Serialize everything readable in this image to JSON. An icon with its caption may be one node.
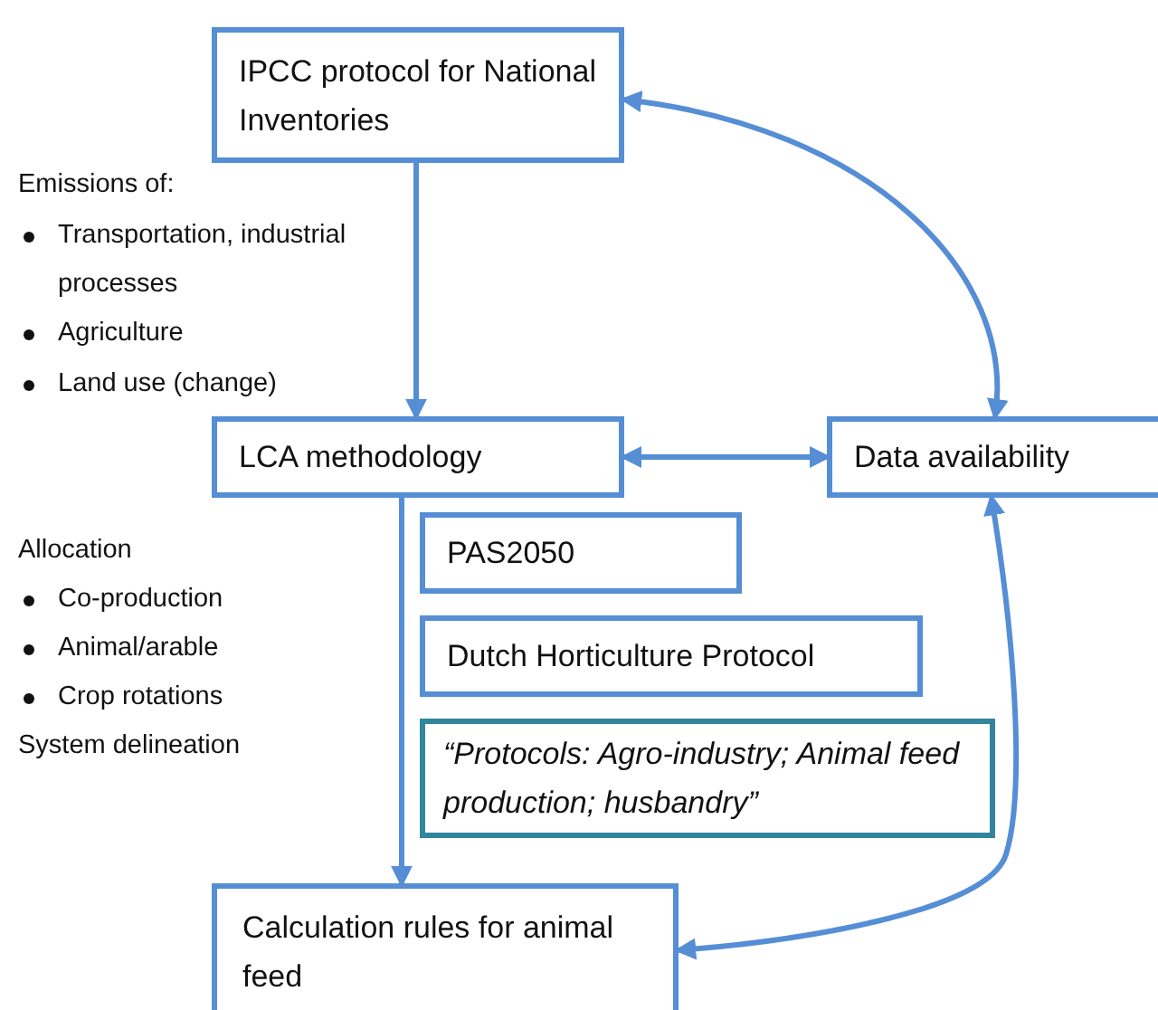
{
  "diagram": {
    "nodes": [
      {
        "text": [
          "IPCC protocol for National Inventories"
        ]
      },
      {
        "text": [
          "LCA methodology"
        ]
      },
      {
        "text": [
          "Data availability"
        ]
      },
      {
        "text": [
          "PAS2050"
        ]
      },
      {
        "text": [
          "Dutch Horticulture Protocol"
        ]
      },
      {
        "text": [
          "“Protocols: Agro-industry; Animal feed production; husbandry”"
        ]
      },
      {
        "text": [
          "Calculation rules for animal feed"
        ]
      }
    ],
    "edges": [
      {
        "from": 0,
        "to": 1,
        "arrow": "to"
      },
      {
        "from": 0,
        "to": 2,
        "arrow": "both"
      },
      {
        "from": 1,
        "to": 2,
        "arrow": "both"
      },
      {
        "from": 1,
        "to": 6,
        "arrow": "to"
      },
      {
        "from": 2,
        "to": 6,
        "arrow": "both"
      }
    ],
    "labels": [
      "Emissions of:",
      "Transportation, industrial processes",
      "Agriculture",
      "Land use (change)",
      "Allocation",
      "Co-production",
      "Animal/arable",
      "Crop rotations",
      "System delineation"
    ]
  }
}
